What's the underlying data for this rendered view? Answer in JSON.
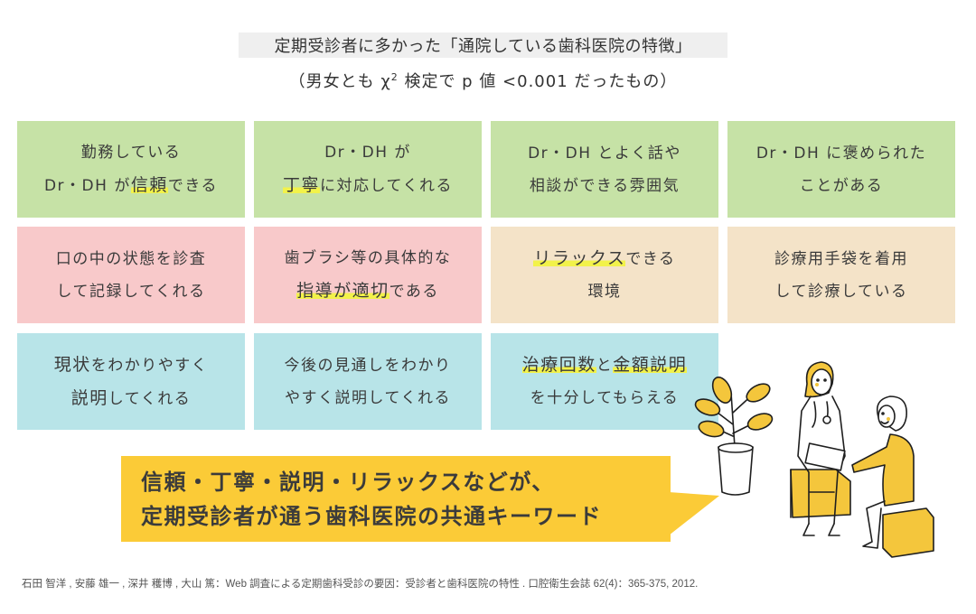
{
  "header": {
    "title": "定期受診者に多かった「通院している歯科医院の特徴」",
    "subtitle_pre": "（男女とも χ",
    "subtitle_sup": "2",
    "subtitle_post": " 検定で p 値 <0.001 だったもの）"
  },
  "colors": {
    "green": "#c6e2a6",
    "pink": "#f8c9ca",
    "beige": "#f4e3c8",
    "blue": "#b8e4e8",
    "highlight": "#f2f24a",
    "callout": "#fbcb37",
    "text": "#3a3a3a"
  },
  "cards": [
    {
      "group": "green",
      "lines": [
        {
          "parts": [
            {
              "t": "勤務している"
            }
          ]
        },
        {
          "parts": [
            {
              "t": "Dr・DH が"
            },
            {
              "t": "信頼",
              "hl": true
            },
            {
              "t": "できる"
            }
          ]
        }
      ]
    },
    {
      "group": "green",
      "lines": [
        {
          "parts": [
            {
              "t": "Dr・DH が"
            }
          ]
        },
        {
          "parts": [
            {
              "t": "丁寧",
              "hl": true
            },
            {
              "t": "に対応してくれる"
            }
          ]
        }
      ]
    },
    {
      "group": "green",
      "lines": [
        {
          "parts": [
            {
              "t": "Dr・DH とよく話や"
            }
          ]
        },
        {
          "parts": [
            {
              "t": "相談ができる雰囲気"
            }
          ]
        }
      ]
    },
    {
      "group": "green",
      "lines": [
        {
          "parts": [
            {
              "t": "Dr・DH に褒められた"
            }
          ]
        },
        {
          "parts": [
            {
              "t": "ことがある"
            }
          ]
        }
      ]
    },
    {
      "group": "pink",
      "lines": [
        {
          "parts": [
            {
              "t": "口の中の状態を診査"
            }
          ]
        },
        {
          "parts": [
            {
              "t": "して記録してくれる"
            }
          ]
        }
      ]
    },
    {
      "group": "pink",
      "lines": [
        {
          "parts": [
            {
              "t": "歯ブラシ等の具体的な"
            }
          ]
        },
        {
          "parts": [
            {
              "t": "指導が適切",
              "hl": true
            },
            {
              "t": "である"
            }
          ]
        }
      ]
    },
    {
      "group": "beige",
      "lines": [
        {
          "parts": [
            {
              "t": "リラックス",
              "hl": true
            },
            {
              "t": "できる"
            }
          ]
        },
        {
          "parts": [
            {
              "t": "環境"
            }
          ]
        }
      ]
    },
    {
      "group": "beige",
      "lines": [
        {
          "parts": [
            {
              "t": "診療用手袋を着用"
            }
          ]
        },
        {
          "parts": [
            {
              "t": "して診療している"
            }
          ]
        }
      ]
    },
    {
      "group": "blue",
      "lines": [
        {
          "parts": [
            {
              "t": "現状",
              "big": true
            },
            {
              "t": "をわかりやすく"
            }
          ]
        },
        {
          "parts": [
            {
              "t": "説明",
              "big": true
            },
            {
              "t": "してくれる"
            }
          ]
        }
      ]
    },
    {
      "group": "blue",
      "lines": [
        {
          "parts": [
            {
              "t": "今後の見通しをわかり"
            }
          ]
        },
        {
          "parts": [
            {
              "t": "やすく説明してくれる"
            }
          ]
        }
      ]
    },
    {
      "group": "blue",
      "lines": [
        {
          "parts": [
            {
              "t": "治療回数",
              "hl": true
            },
            {
              "t": "と"
            },
            {
              "t": "金額説明",
              "hl": true
            }
          ]
        },
        {
          "parts": [
            {
              "t": "を十分してもらえる"
            }
          ]
        }
      ]
    }
  ],
  "callout": {
    "line1": "信頼・丁寧・説明・リラックスなどが、",
    "line2": "定期受診者が通う歯科医院の共通キーワード"
  },
  "illustration": {
    "label": "dentist-consulting-patient-illustration"
  },
  "citation": "石田 智洋 , 安藤 雄一 , 深井 穫博 , 大山 篤：Web 調査による定期歯科受診の要因：受診者と歯科医院の特性 . 口腔衛生会誌 62(4)：365-375, 2012."
}
